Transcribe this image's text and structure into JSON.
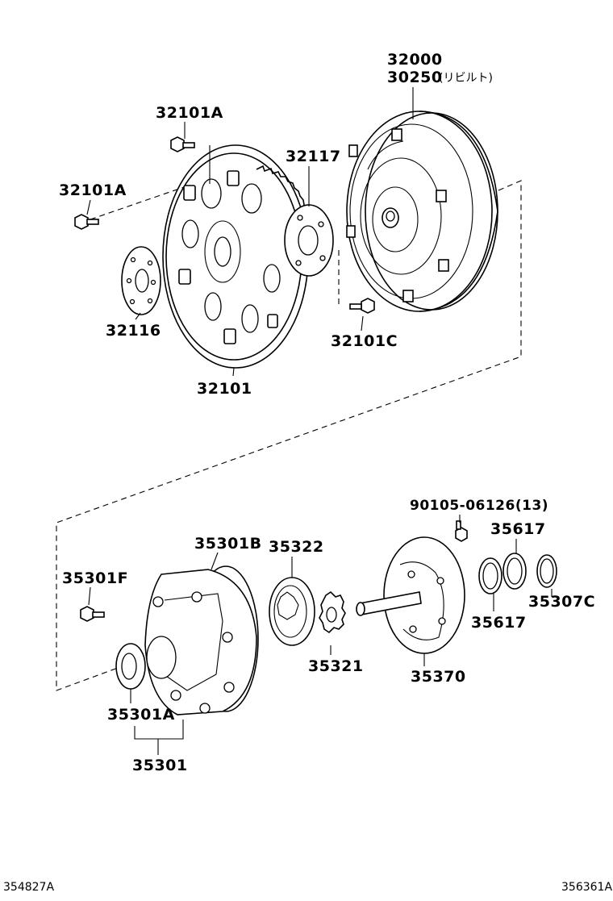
{
  "parts": {
    "p32000": "32000",
    "p30250": "30250",
    "p30250_note": "(リビルト)",
    "p32101A_top": "32101A",
    "p32101A_left": "32101A",
    "p32117": "32117",
    "p32116": "32116",
    "p32101C": "32101C",
    "p32101": "32101",
    "p90105": "90105-06126(13)",
    "p35617_top": "35617",
    "p35301B": "35301B",
    "p35322": "35322",
    "p35301F": "35301F",
    "p35307C": "35307C",
    "p35617_bot": "35617",
    "p35321": "35321",
    "p35370": "35370",
    "p35301A": "35301A",
    "p35301": "35301"
  },
  "footer": {
    "left_code": "354827A",
    "right_code": "356361A"
  }
}
